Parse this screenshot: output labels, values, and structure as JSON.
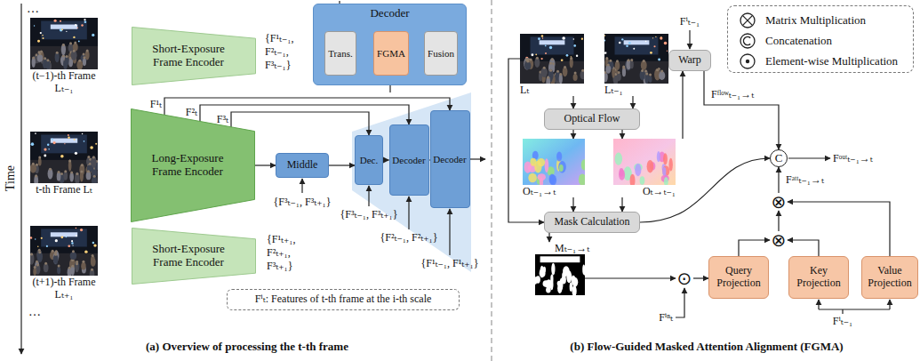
{
  "diagram": {
    "nodes": [
      {
        "text": [
          "(t−1)-th Frame Lₜ₋₁"
        ]
      },
      {
        "text": [
          "Short-Exposure Frame Encoder"
        ]
      },
      {
        "text": [
          "Decoder"
        ]
      },
      {
        "text": [
          "Trans."
        ],
        "in": 2
      },
      {
        "text": [
          "FGMA"
        ],
        "in": 2
      },
      {
        "text": [
          "Fusion"
        ],
        "in": 2
      },
      {
        "text": [
          "t-th Frame Lₜ"
        ]
      },
      {
        "text": [
          "Long-Exposure Frame Encoder"
        ]
      },
      {
        "text": [
          "Middle"
        ]
      },
      {
        "text": [
          "Dec."
        ]
      },
      {
        "text": [
          "Decoder"
        ]
      },
      {
        "text": [
          "Decoder"
        ]
      },
      {
        "text": [
          "(t+1)-th Frame Lₜ₊₁"
        ]
      },
      {
        "text": [
          "Short-Exposure Frame Encoder"
        ]
      },
      {
        "text": [
          "Fⁱₜ: Features of t-th frame at the i-th scale"
        ]
      },
      {
        "text": [
          "Lₜ"
        ]
      },
      {
        "text": [
          "Lₜ₋₁"
        ]
      },
      {
        "text": [
          "Optical Flow"
        ]
      },
      {
        "text": [
          "Warp"
        ]
      },
      {
        "text": [
          "Oₜ₋₁→ₜ"
        ]
      },
      {
        "text": [
          "Oₜ→ₜ₋₁"
        ]
      },
      {
        "text": [
          "Mask Calculation"
        ]
      },
      {
        "text": [
          "Mₜ₋₁→ₜ"
        ]
      },
      {
        "text": [
          "⊙"
        ]
      },
      {
        "text": [
          "Query Projection"
        ]
      },
      {
        "text": [
          "Key Projection"
        ]
      },
      {
        "text": [
          "Value Projection"
        ]
      },
      {
        "text": [
          "⊗"
        ]
      },
      {
        "text": [
          "⊗"
        ]
      },
      {
        "text": [
          "C"
        ]
      }
    ],
    "edges": [
      {
        "from": 7,
        "to": 8,
        "arrow": "to"
      },
      {
        "from": 8,
        "to": 9,
        "arrow": "to"
      },
      {
        "from": 9,
        "to": 10,
        "arrow": "to"
      },
      {
        "from": 10,
        "to": 11,
        "arrow": "to"
      },
      {
        "from": 7,
        "to": 9,
        "arrow": "to",
        "label": "F³ₜ"
      },
      {
        "from": 7,
        "to": 10,
        "arrow": "to",
        "label": "F²ₜ"
      },
      {
        "from": 7,
        "to": 11,
        "arrow": "to",
        "label": "F¹ₜ"
      },
      {
        "from": 3,
        "to": 4,
        "arrow": "to"
      },
      {
        "from": 4,
        "to": 5,
        "arrow": "to"
      },
      {
        "from": 15,
        "to": 17,
        "arrow": "to"
      },
      {
        "from": 16,
        "to": 17,
        "arrow": "to"
      },
      {
        "from": 17,
        "to": 19,
        "arrow": "to"
      },
      {
        "from": 17,
        "to": 20,
        "arrow": "to"
      },
      {
        "from": 19,
        "to": 21,
        "arrow": "to"
      },
      {
        "from": 20,
        "to": 21,
        "arrow": "to"
      },
      {
        "from": 15,
        "to": 21,
        "arrow": "to"
      },
      {
        "from": 20,
        "to": 18,
        "arrow": "to"
      },
      {
        "from": 18,
        "to": 29,
        "arrow": "to",
        "label": "Fᶠˡᵒʷₜ₋₁→ₜ"
      },
      {
        "from": 21,
        "to": 22,
        "arrow": "to"
      },
      {
        "from": 21,
        "to": 29,
        "arrow": "to"
      },
      {
        "from": 22,
        "to": 23,
        "arrow": "to"
      },
      {
        "from": 23,
        "to": 24,
        "arrow": "to"
      },
      {
        "from": 24,
        "to": 27,
        "arrow": "to"
      },
      {
        "from": 25,
        "to": 27,
        "arrow": "to"
      },
      {
        "from": 27,
        "to": 28,
        "arrow": "to"
      },
      {
        "from": 26,
        "to": 28,
        "arrow": "to"
      },
      {
        "from": 28,
        "to": 29,
        "arrow": "to",
        "label": "Fᵃᵗᵗₜ₋₁→ₜ"
      }
    ],
    "labels": [
      "…",
      "{F¹ₜ₋₁, F²ₜ₋₁, F³ₜ₋₁}",
      "{F³ₜ₋₁, F³ₜ₊₁}",
      "{F³ₜ₋₁, F³ₜ₊₁}",
      "{F²ₜ₋₁, F²ₜ₊₁}",
      "{F¹ₜ₋₁, F¹ₜ₊₁}",
      "{F¹ₜ₊₁, F²ₜ₊₁, F³ₜ₊₁}",
      "…",
      "Time",
      "(a) Overview of processing the t-th frame",
      "Fⁱₜ₋₁",
      "Fᵒᵘᵗₜ₋₁→ₜ",
      "Fⁱⁿₜ",
      "Fⁱₜ₋₁",
      "(b) Flow-Guided Masked Attention Alignment (FGMA)"
    ],
    "legend": [
      {
        "text": "Matrix Multiplication"
      },
      {
        "text": "Concatenation"
      },
      {
        "text": "Element-wise Multiplication"
      }
    ]
  }
}
